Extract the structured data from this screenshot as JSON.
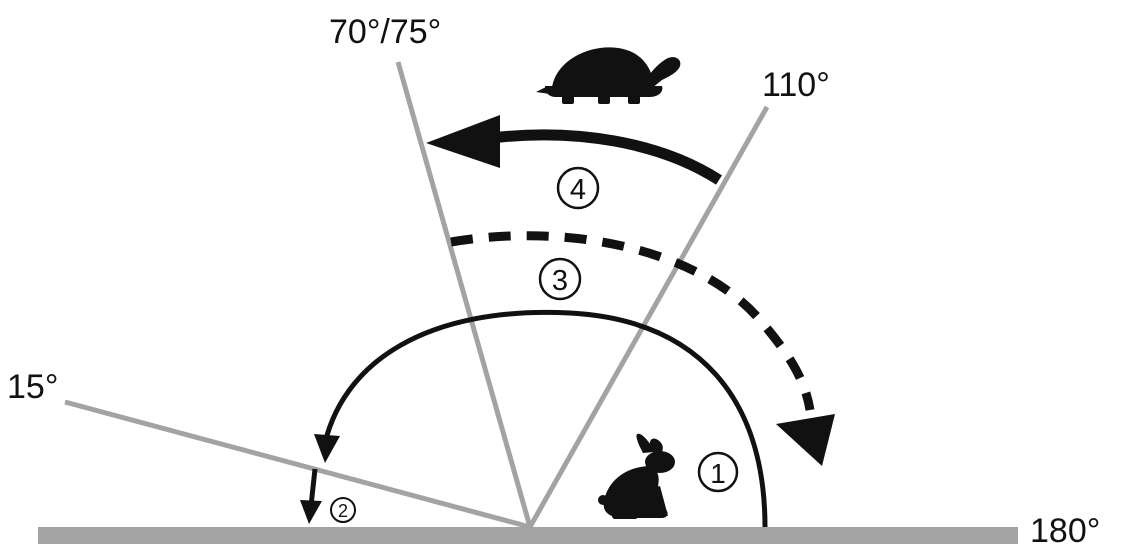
{
  "colors": {
    "ray": "#a3a3a3",
    "ink": "#111111",
    "background": "#ffffff"
  },
  "angle_labels": {
    "deg_15": "15°",
    "deg_70_75": "70°/75°",
    "deg_110": "110°",
    "deg_180": "180°"
  },
  "steps": {
    "step_1": "1",
    "step_2": "2",
    "step_3": "3",
    "step_4": "4"
  },
  "icons": {
    "slow": "tortoise-icon",
    "fast": "hare-icon"
  }
}
